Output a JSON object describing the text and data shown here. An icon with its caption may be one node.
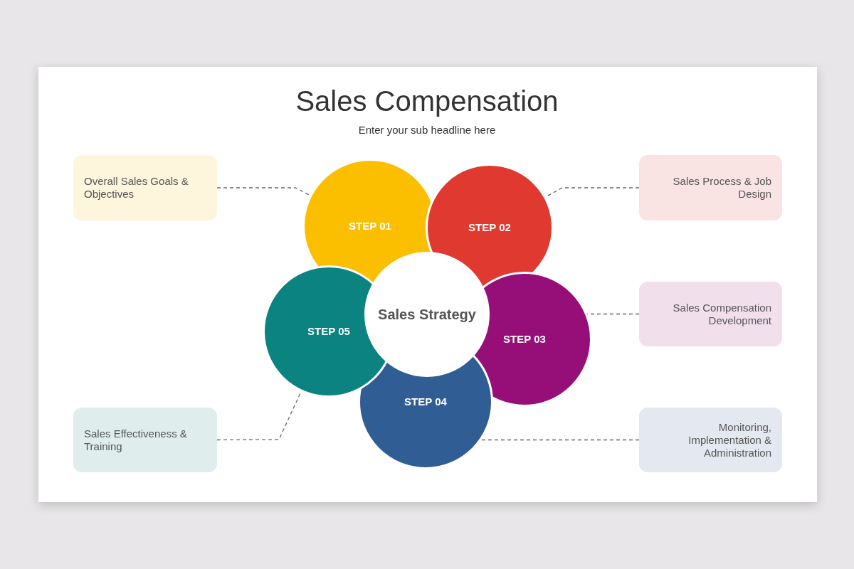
{
  "diagram": {
    "title": "Sales Compensation",
    "caption": "Enter your sub headline here",
    "nodes": [
      {
        "text": [
          "Sales Strategy"
        ]
      },
      {
        "text": [
          "STEP 01"
        ]
      },
      {
        "text": [
          "STEP 02"
        ]
      },
      {
        "text": [
          "STEP 03"
        ]
      },
      {
        "text": [
          "STEP 04"
        ]
      },
      {
        "text": [
          "STEP 05"
        ]
      },
      {
        "text": [
          "Overall Sales Goals & Objectives"
        ]
      },
      {
        "text": [
          "Sales Process & Job Design"
        ]
      },
      {
        "text": [
          "Sales Compensation Development"
        ]
      },
      {
        "text": [
          "Monitoring, Implementation & Administration"
        ]
      },
      {
        "text": [
          "Sales Effectiveness & Training"
        ]
      }
    ],
    "edges": [
      {
        "from": 6,
        "to": 1,
        "arrow": "none",
        "style": "dashed"
      },
      {
        "from": 7,
        "to": 2,
        "arrow": "none",
        "style": "dashed"
      },
      {
        "from": 8,
        "to": 3,
        "arrow": "none",
        "style": "dashed"
      },
      {
        "from": 9,
        "to": 4,
        "arrow": "none",
        "style": "dashed"
      },
      {
        "from": 10,
        "to": 5,
        "arrow": "none",
        "style": "dashed"
      }
    ]
  }
}
